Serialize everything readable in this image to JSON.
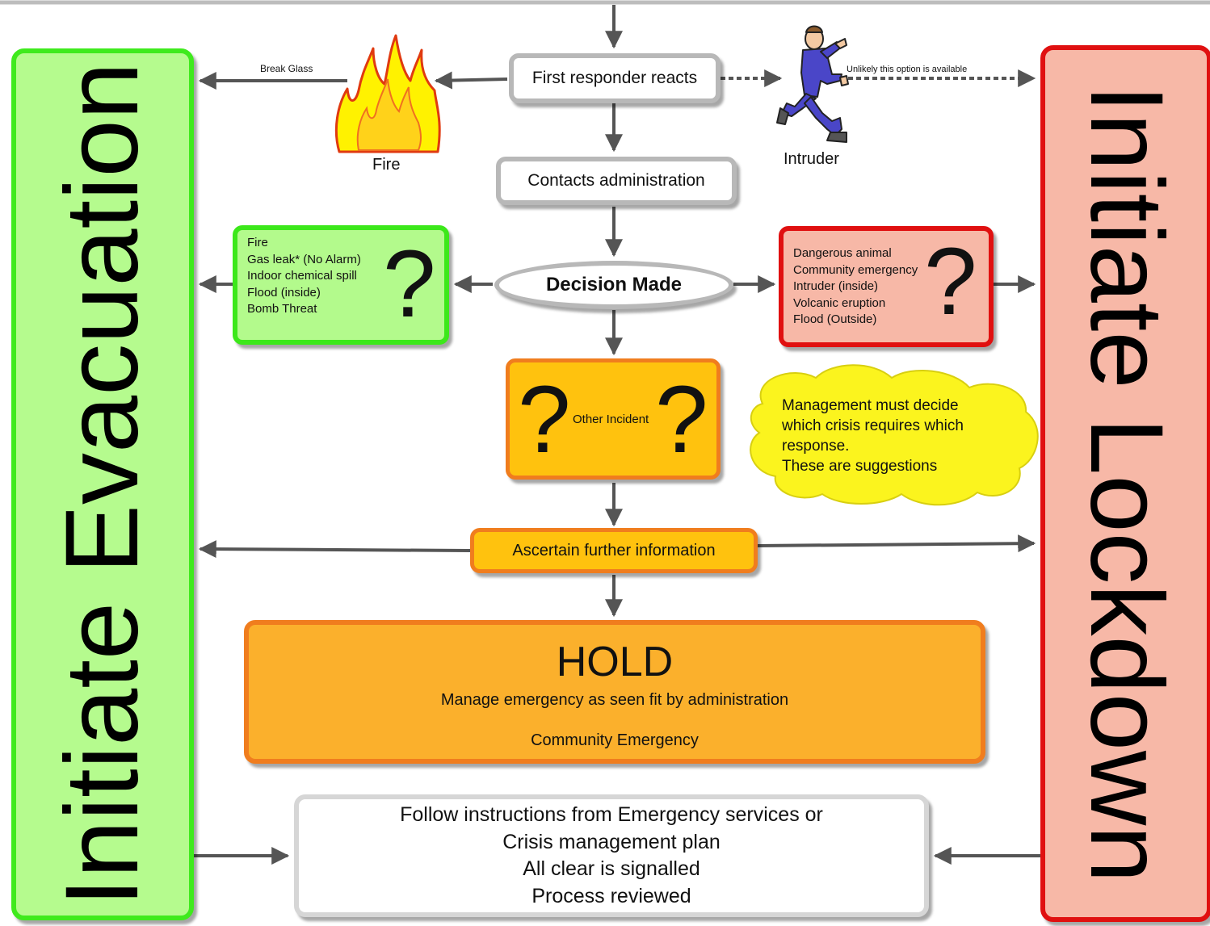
{
  "sides": {
    "evacuation": "Initiate Evacuation",
    "lockdown": "Initiate Lockdown"
  },
  "nodes": {
    "first_responder": "First responder reacts",
    "contacts_admin": "Contacts administration",
    "decision": "Decision Made",
    "other_incident": "Other Incident",
    "ascertain": "Ascertain further information",
    "hold_title": "HOLD",
    "hold_line1": "Manage emergency as seen fit by administration",
    "hold_line2": "Community Emergency"
  },
  "edge_labels": {
    "break_glass": "Break Glass",
    "unlikely": "Unlikely this option is available"
  },
  "icons": {
    "fire_label": "Fire",
    "intruder_label": "Intruder"
  },
  "evacuation_list": [
    "Fire",
    "Gas leak* (No Alarm)",
    "Indoor chemical spill",
    "Flood (inside)",
    "Bomb Threat"
  ],
  "lockdown_list": [
    "Dangerous animal",
    "Community emergency",
    "Intruder (inside)",
    "Volcanic eruption",
    "Flood (Outside)"
  ],
  "question_mark": "?",
  "note": [
    "Management must decide",
    "which crisis requires which",
    "response.",
    "These are suggestions"
  ],
  "final_steps": [
    "Follow instructions from Emergency services or",
    "Crisis management plan",
    "All clear is signalled",
    "Process reviewed"
  ],
  "colors": {
    "evac_fill": "#b5fb8e",
    "evac_border": "#3fea1d",
    "lock_fill": "#f7b8a7",
    "lock_border": "#e01010",
    "orange_fill": "#ffc20e",
    "orange_border": "#f07d1e",
    "hold_fill": "#fbb02c",
    "note_fill": "#fbf41e",
    "arrow": "#555555"
  }
}
